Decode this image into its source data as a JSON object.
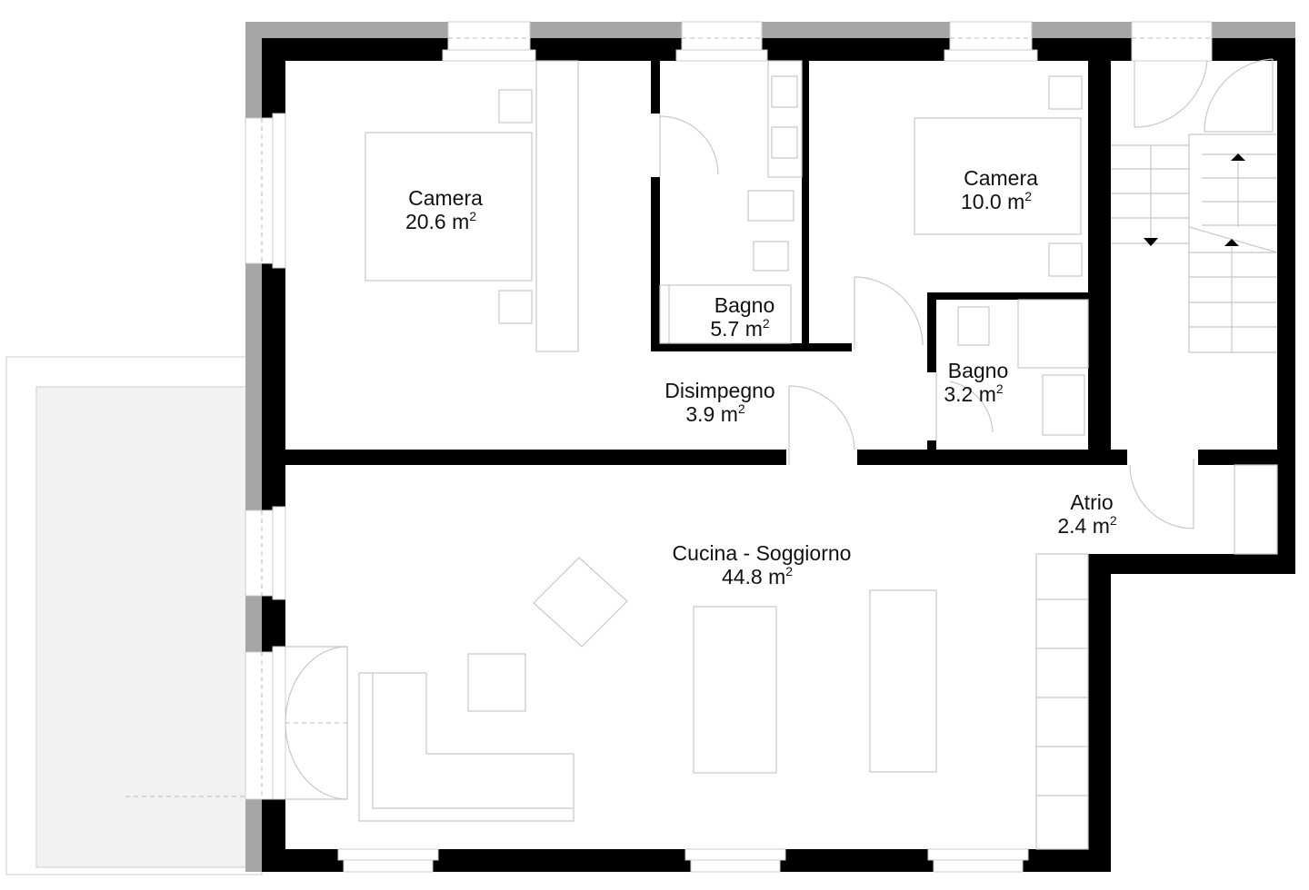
{
  "plan": {
    "rooms": [
      {
        "name": "Camera",
        "area": "20.6",
        "unit": "m",
        "exp": "2"
      },
      {
        "name": "Camera",
        "area": "10.0",
        "unit": "m",
        "exp": "2"
      },
      {
        "name": "Bagno",
        "area": "5.7",
        "unit": "m",
        "exp": "2"
      },
      {
        "name": "Bagno",
        "area": "3.2",
        "unit": "m",
        "exp": "2"
      },
      {
        "name": "Disimpegno",
        "area": "3.9",
        "unit": "m",
        "exp": "2"
      },
      {
        "name": "Atrio",
        "area": "2.4",
        "unit": "m",
        "exp": "2"
      },
      {
        "name": "Cucina - Soggiorno",
        "area": "44.8",
        "unit": "m",
        "exp": "2"
      }
    ],
    "colors": {
      "wall": "#000000",
      "exterior_wall": "#a6a6a6",
      "terrace": "#f2f2f2",
      "furniture": "#c8c8c8"
    }
  }
}
